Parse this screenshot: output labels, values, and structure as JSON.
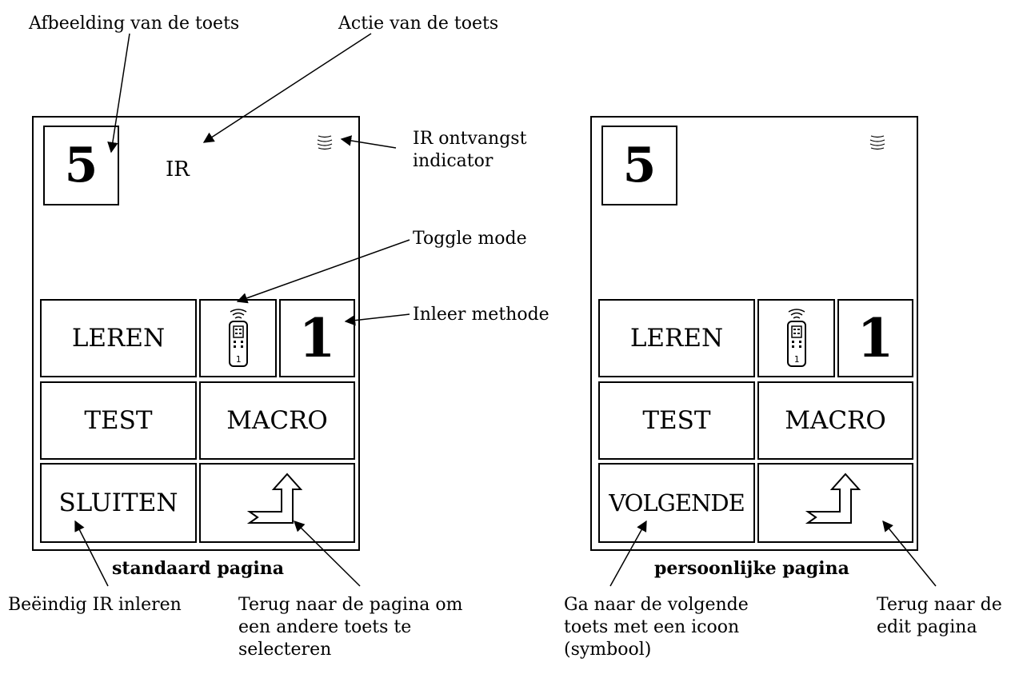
{
  "annotations": {
    "key_image": "Afbeelding van de toets",
    "key_action": "Actie van de toets",
    "ir_indicator": "IR ontvangst\nindicator",
    "toggle_mode": "Toggle mode",
    "learn_method": "Inleer methode",
    "end_ir": "Beëindig IR inleren",
    "back_page": "Terug naar de pagina om\neen andere toets te\nselecteren",
    "next_key": "Ga naar de volgende\ntoets met een icoon\n(symbool)",
    "back_edit": "Terug naar de\nedit pagina"
  },
  "standard_screen": {
    "caption": "standaard pagina",
    "key_image": "5",
    "key_action": "IR",
    "learn_label": "LEREN",
    "method_number": "1",
    "test_label": "TEST",
    "macro_label": "MACRO",
    "close_label": "SLUITEN"
  },
  "personal_screen": {
    "caption": "persoonlijke pagina",
    "key_image": "5",
    "learn_label": "LEREN",
    "method_number": "1",
    "test_label": "TEST",
    "macro_label": "MACRO",
    "next_label": "VOLGENDE"
  },
  "icons": {
    "ir_indicator": "ir-signal-icon",
    "toggle": "remote-control-icon",
    "back": "return-arrow-icon"
  }
}
